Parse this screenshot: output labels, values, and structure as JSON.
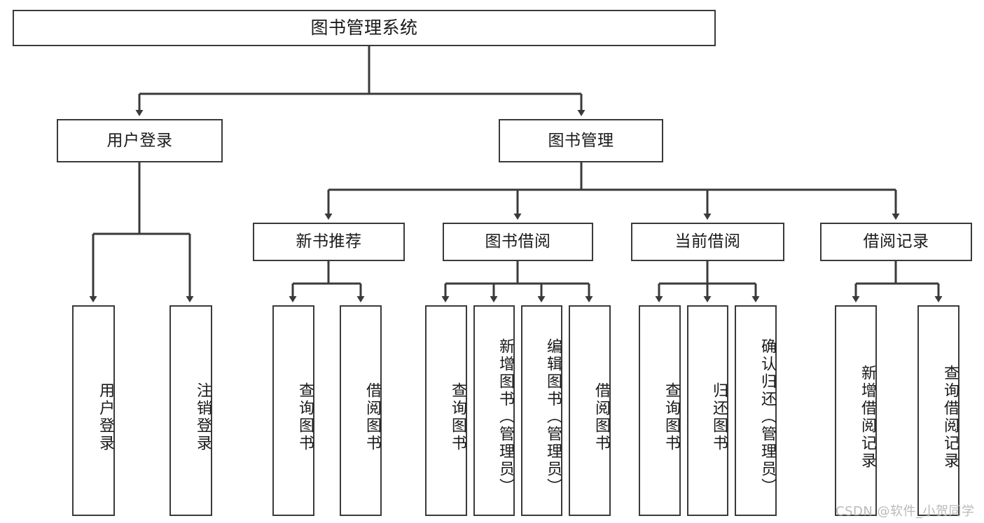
{
  "diagram": {
    "title": "图书管理系统",
    "type": "tree-hierarchy-chart",
    "root": {
      "label": "图书管理系统"
    },
    "level2": [
      {
        "label": "用户登录"
      },
      {
        "label": "图书管理"
      }
    ],
    "level3": [
      {
        "label": "新书推荐"
      },
      {
        "label": "图书借阅"
      },
      {
        "label": "当前借阅"
      },
      {
        "label": "借阅记录"
      }
    ],
    "leaves": {
      "user_login": [
        {
          "label": "用户登录"
        },
        {
          "label": "注销登录"
        }
      ],
      "new_book_recommend": [
        {
          "label": "查询图书"
        },
        {
          "label": "借阅图书"
        }
      ],
      "book_borrow": [
        {
          "label": "查询图书"
        },
        {
          "label": "新增图书（管理员）"
        },
        {
          "label": "编辑图书（管理员）"
        },
        {
          "label": "借阅图书"
        }
      ],
      "current_borrow": [
        {
          "label": "查询图书"
        },
        {
          "label": "归还图书"
        },
        {
          "label": "确认归还（管理员）"
        }
      ],
      "borrow_record": [
        {
          "label": "新增借阅记录"
        },
        {
          "label": "查询借阅记录"
        }
      ]
    }
  },
  "watermark": {
    "text": "CSDN @软件_小贺同学"
  },
  "colors": {
    "stroke": "#3a3a3a",
    "background": "#ffffff",
    "text": "#1a1a1a",
    "watermark": "#b9b9b9"
  }
}
